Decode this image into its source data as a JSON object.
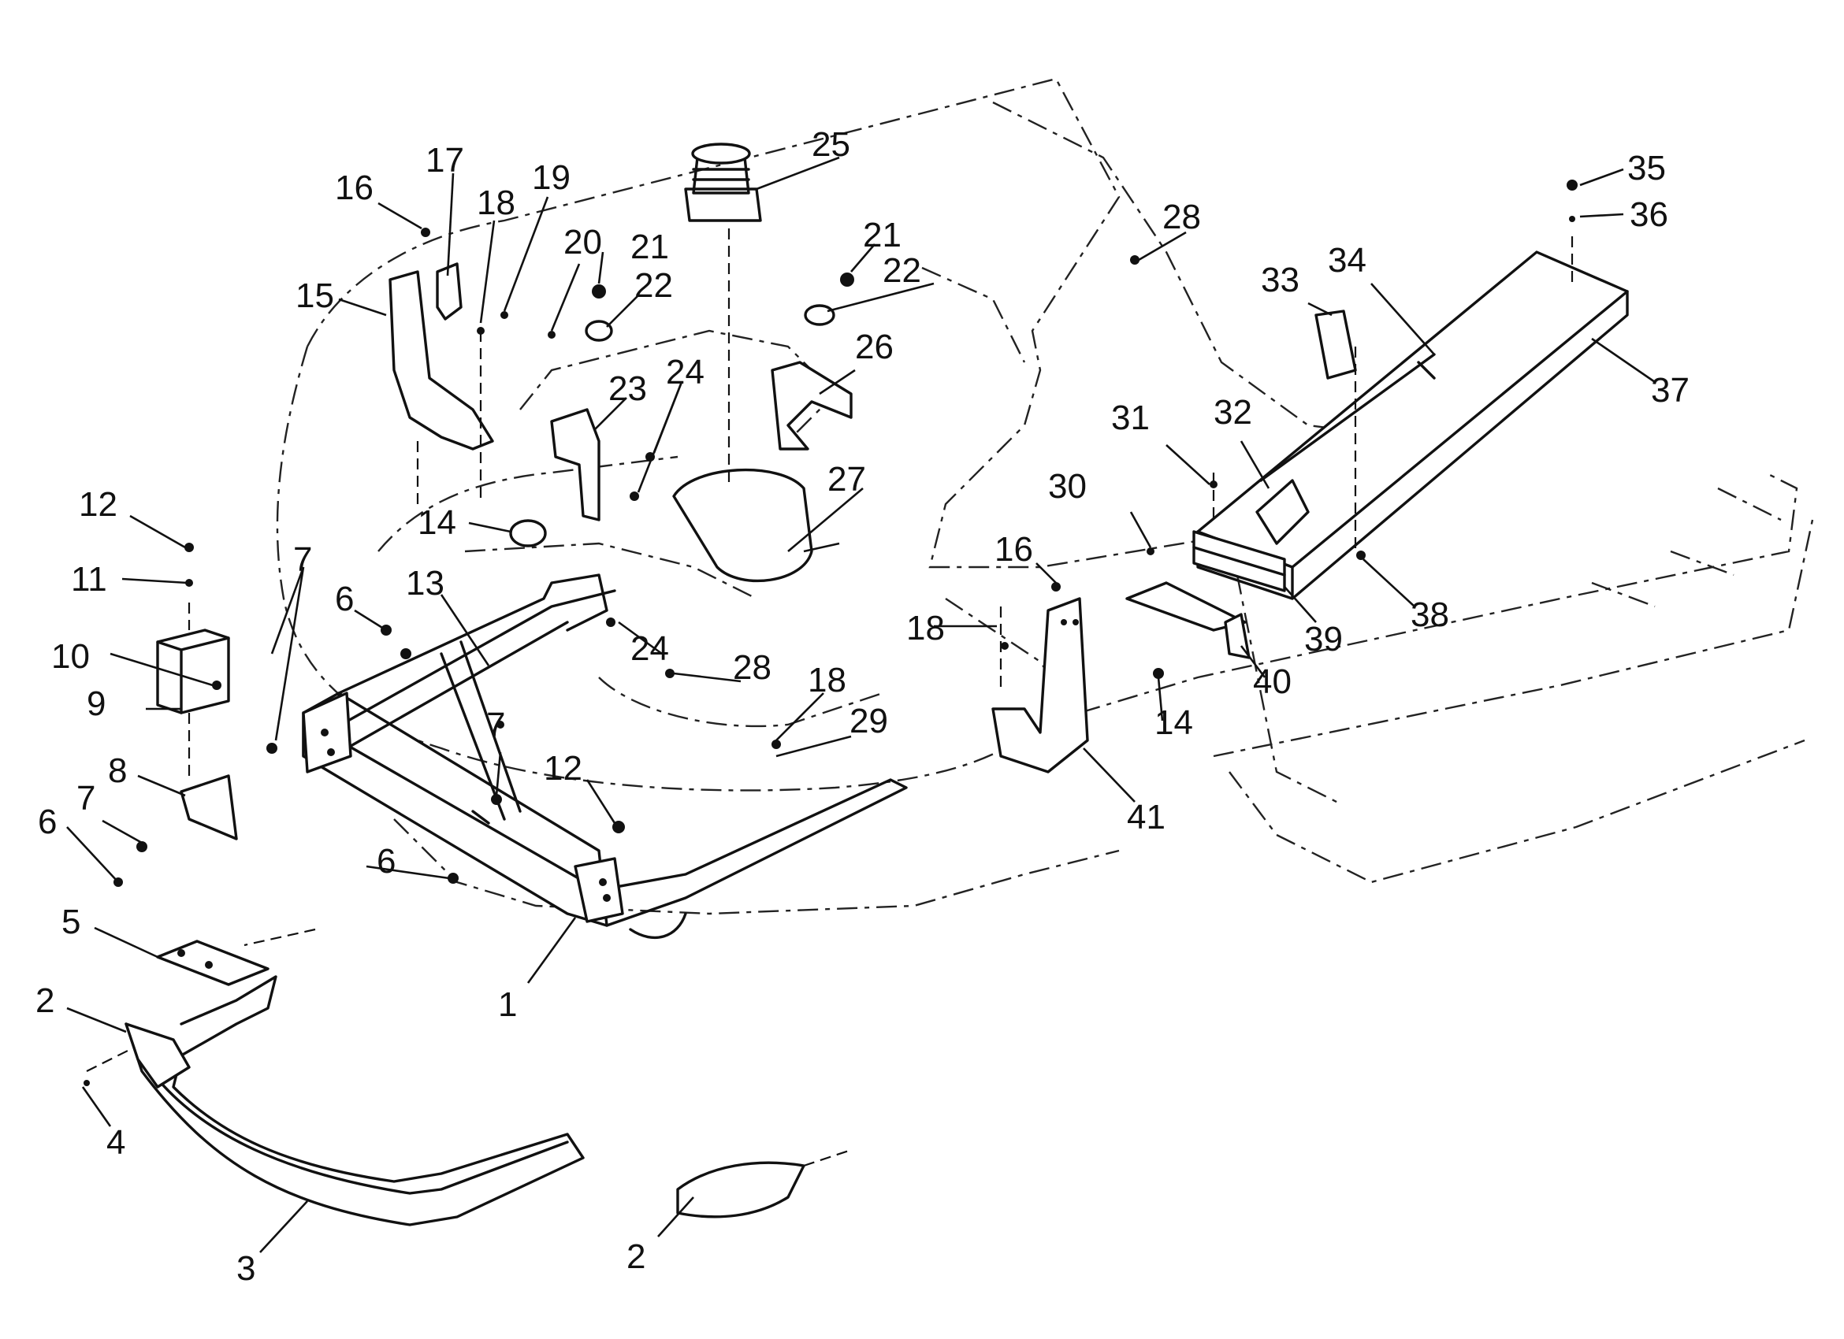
{
  "diagram": {
    "callouts": [
      {
        "id": "1",
        "label": "1"
      },
      {
        "id": "2a",
        "label": "2"
      },
      {
        "id": "2b",
        "label": "2"
      },
      {
        "id": "3",
        "label": "3"
      },
      {
        "id": "4",
        "label": "4"
      },
      {
        "id": "5",
        "label": "5"
      },
      {
        "id": "6a",
        "label": "6"
      },
      {
        "id": "6b",
        "label": "6"
      },
      {
        "id": "6c",
        "label": "6"
      },
      {
        "id": "7a",
        "label": "7"
      },
      {
        "id": "7b",
        "label": "7"
      },
      {
        "id": "7c",
        "label": "7"
      },
      {
        "id": "8",
        "label": "8"
      },
      {
        "id": "9",
        "label": "9"
      },
      {
        "id": "10",
        "label": "10"
      },
      {
        "id": "11",
        "label": "11"
      },
      {
        "id": "12a",
        "label": "12"
      },
      {
        "id": "12b",
        "label": "12"
      },
      {
        "id": "13",
        "label": "13"
      },
      {
        "id": "14a",
        "label": "14"
      },
      {
        "id": "14b",
        "label": "14"
      },
      {
        "id": "15",
        "label": "15"
      },
      {
        "id": "16a",
        "label": "16"
      },
      {
        "id": "16b",
        "label": "16"
      },
      {
        "id": "17",
        "label": "17"
      },
      {
        "id": "18a",
        "label": "18"
      },
      {
        "id": "18b",
        "label": "18"
      },
      {
        "id": "18c",
        "label": "18"
      },
      {
        "id": "19",
        "label": "19"
      },
      {
        "id": "20",
        "label": "20"
      },
      {
        "id": "21a",
        "label": "21"
      },
      {
        "id": "21b",
        "label": "21"
      },
      {
        "id": "22a",
        "label": "22"
      },
      {
        "id": "22b",
        "label": "22"
      },
      {
        "id": "23",
        "label": "23"
      },
      {
        "id": "24a",
        "label": "24"
      },
      {
        "id": "24b",
        "label": "24"
      },
      {
        "id": "25",
        "label": "25"
      },
      {
        "id": "26",
        "label": "26"
      },
      {
        "id": "27",
        "label": "27"
      },
      {
        "id": "28a",
        "label": "28"
      },
      {
        "id": "28b",
        "label": "28"
      },
      {
        "id": "29",
        "label": "29"
      },
      {
        "id": "30",
        "label": "30"
      },
      {
        "id": "31",
        "label": "31"
      },
      {
        "id": "32",
        "label": "32"
      },
      {
        "id": "33",
        "label": "33"
      },
      {
        "id": "34",
        "label": "34"
      },
      {
        "id": "35",
        "label": "35"
      },
      {
        "id": "36",
        "label": "36"
      },
      {
        "id": "37",
        "label": "37"
      },
      {
        "id": "38",
        "label": "38"
      },
      {
        "id": "39",
        "label": "39"
      },
      {
        "id": "40",
        "label": "40"
      },
      {
        "id": "41",
        "label": "41"
      }
    ]
  }
}
